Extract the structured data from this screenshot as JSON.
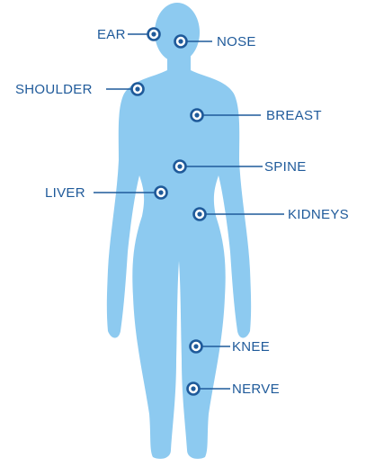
{
  "colors": {
    "body_fill": "#8dcaf0",
    "accent": "#1f5a9a"
  },
  "labels": {
    "ear": "EAR",
    "nose": "NOSE",
    "shoulder": "SHOULDER",
    "breast": "BREAST",
    "spine": "SPINE",
    "liver": "LIVER",
    "kidneys": "KIDNEYS",
    "knee": "KNEE",
    "nerve": "NERVE"
  }
}
